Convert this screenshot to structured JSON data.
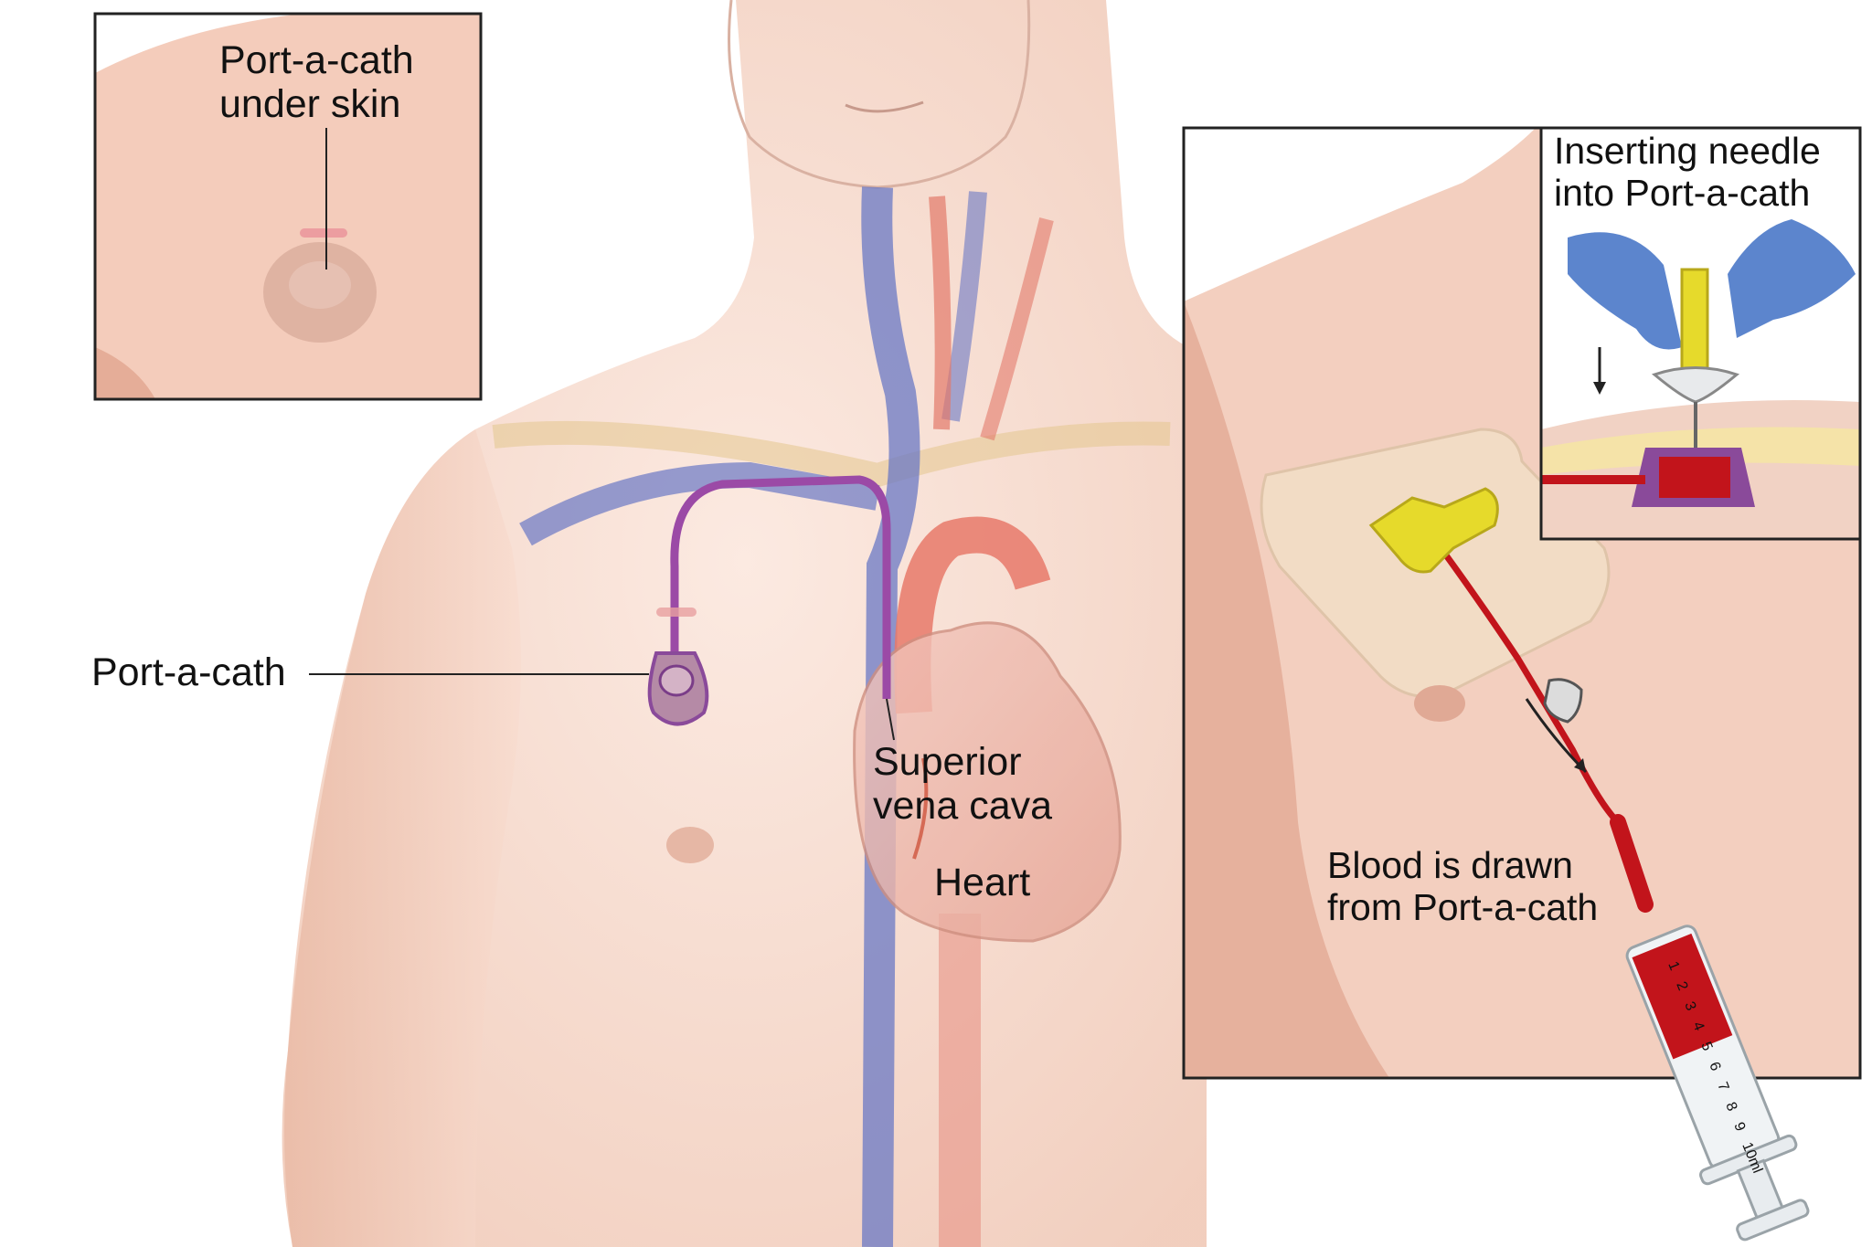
{
  "labels": {
    "port_under_skin": {
      "line1": "Port-a-cath",
      "line2": "under skin"
    },
    "port": "Port-a-cath",
    "svc": {
      "line1": "Superior",
      "line2": "vena cava"
    },
    "heart": "Heart",
    "needle": {
      "line1": "Inserting needle",
      "line2": "into Port-a-cath"
    },
    "blood": {
      "line1": "Blood is drawn",
      "line2": "from Port-a-cath"
    }
  },
  "syringe_marks": [
    "1",
    "2",
    "3",
    "4",
    "5",
    "6",
    "7",
    "8",
    "9",
    "10ml"
  ],
  "colors": {
    "skin": "#f6d9cc",
    "skin_shadow": "#eab9a6",
    "vein": "#6a78c4",
    "artery": "#e2796a",
    "catheter": "#9b4aa6",
    "butterfly": "#e6da2b",
    "blood": "#c2141b",
    "glove": "#4a78c8",
    "port_body": "#8a4a9a"
  }
}
